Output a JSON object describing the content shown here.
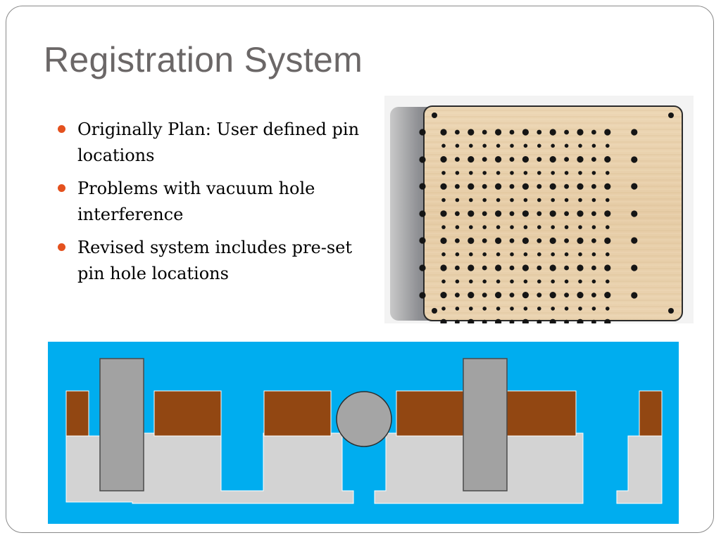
{
  "slide": {
    "title": "Registration System",
    "accent_color": "#e4511e",
    "bullets": [
      {
        "text": "Originally Plan: User defined pin locations"
      },
      {
        "text": "Problems with vacuum hole interference"
      },
      {
        "text": "Revised system includes pre-set pin hole locations"
      }
    ]
  },
  "images": {
    "vacuum_plate": {
      "description_icon": "perforated-plate-image"
    },
    "cross_section": {
      "description_icon": "pin-cross-section-diagram"
    }
  }
}
